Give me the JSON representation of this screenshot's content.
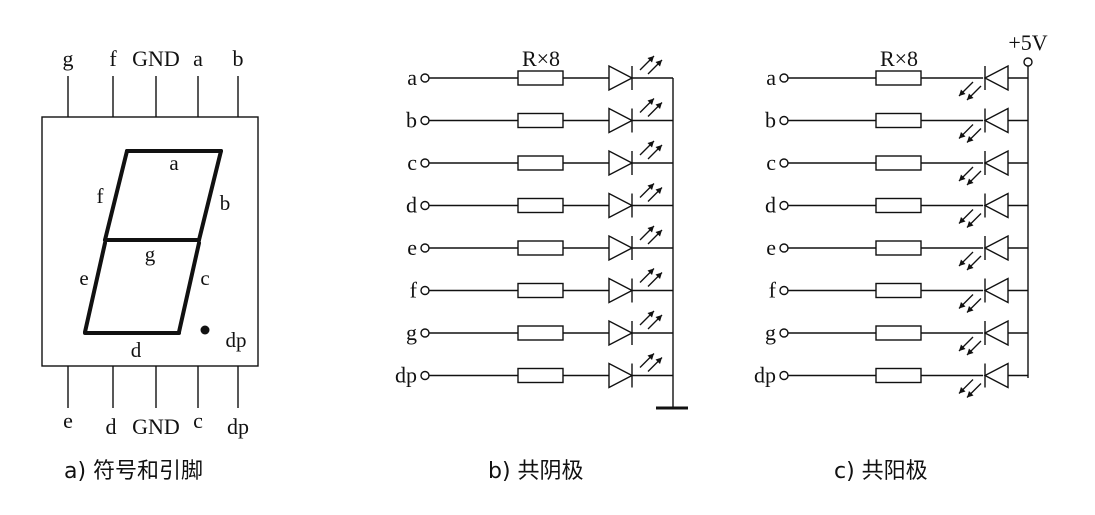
{
  "panel_a": {
    "top_pins": [
      "g",
      "f",
      "GND",
      "a",
      "b"
    ],
    "bottom_pins": [
      "e",
      "d",
      "GND",
      "c",
      "dp"
    ],
    "segments": [
      "a",
      "b",
      "c",
      "d",
      "e",
      "f",
      "g",
      "dp"
    ],
    "caption": "a) 符号和引脚"
  },
  "panel_b": {
    "resistor_label": "R×8",
    "rows": [
      "a",
      "b",
      "c",
      "d",
      "e",
      "f",
      "g",
      "dp"
    ],
    "caption": "b) 共阴极"
  },
  "panel_c": {
    "resistor_label": "R×8",
    "supply_label": "+5V",
    "rows": [
      "a",
      "b",
      "c",
      "d",
      "e",
      "f",
      "g",
      "dp"
    ],
    "caption": "c) 共阳极"
  }
}
